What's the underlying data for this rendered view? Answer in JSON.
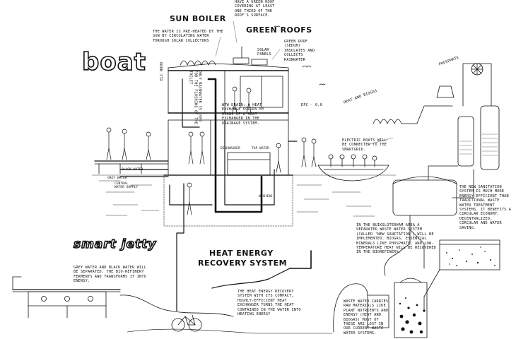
{
  "titles": {
    "sun_boiler": "SUN BOILER",
    "green_roofs": "GREEN ROOFS",
    "heat_recovery_1": "HEAT ENERGY",
    "heat_recovery_2": "RECOVERY SYSTEM",
    "boat": "boat",
    "smart_jetty": "smart jetty"
  },
  "notes": {
    "top_roof": "HAVE A GREEN ROOF COVERING AT LEAST ONE THIRD OF THE ROOF'S SURFACE.",
    "sun_boiler": "THE WATER IS PRE-HEATED BY THE SUN BY CIRCULATING WATER THROUGH SOLAR COLLECTORS",
    "green_roofs": "GREEN ROOF (SEDUM) INSULATES AND COLLECTS RAINWATER",
    "solar_panels": "SOLAR PANELS",
    "elc_wood": "ELC WOOD",
    "rainwater": "ONLY RAINWATER IS USED FOR THE FLUSHING OF THE TOILET",
    "epc": "EPC - 0.0",
    "wtw": "WTW DRAIN: A HEAT EXCHANGE OCCURS BY MEANS OF A HEAT EXCHANGER IN THE DRAINAGE SYSTEM.",
    "dishwasher": "DISHWASHER",
    "tap_water": "TAP WATER",
    "washing": "WASHING",
    "black_water": "BLACK WATER",
    "grey_water": "GREY WATER",
    "central_water": "CENTRAL WATER SUPPLY",
    "electric_boats": "ELECTRIC BOATS WILL BE CONNECTED TO THE SMARTGRID.",
    "heat_and_biogas": "HEAT AND BIOGAS",
    "phosphate": "PHOSPHATE",
    "sanitation": "THE NEW SANITATION SYSTEM IS MUCH MORE ENERGY-EFFICIENT THAN TRADITIONAL WASTE WATER TREATMENT SYSTEMS. IT BENEFITS A CIRCULAR ECONOMY: DECENTRALIZED, CIRCULAR AND WATER SAVING.",
    "buiksloterham": "IN THE BUIKSLOTERHAM AREA A SEPARATED WASTE WATER SYSTEM (CALLED 'NEW SANITATION') WILL BE IMPLEMENTED. BIOGAS, ESSENTIAL MINERALS LIKE PHOSPHATE, AND LOW-TEMPERATURE HEAT WILL BE RECOVERED IN THE BIOREFINERY.",
    "smart_jetty": "GREY WATER AND BLACK WATER WILL BE SEPARATED. THE BIO-REFINERY FERMENTS AND TRANSFORMS IT INTO ENERGY.",
    "heat_recovery": "THE HEAT ENERGY RECOVERY SYSTEM WITH ITS COMPACT, HIGHLY-EFFICIENT HEAT EXCHANGER TURNS THE HEAT CONTAINED IN THE WATER INTO HEATING ENERGY",
    "waste_water": "WASTE WATER CARRIES RAW MATERIALS LIKE PLANT NUTRIENTS AND ENERGY (HEAT AND BIOGAS) MOST OF THESE ARE LOST IN OUR CURRENT WASTE WATER SYSTEMS."
  }
}
